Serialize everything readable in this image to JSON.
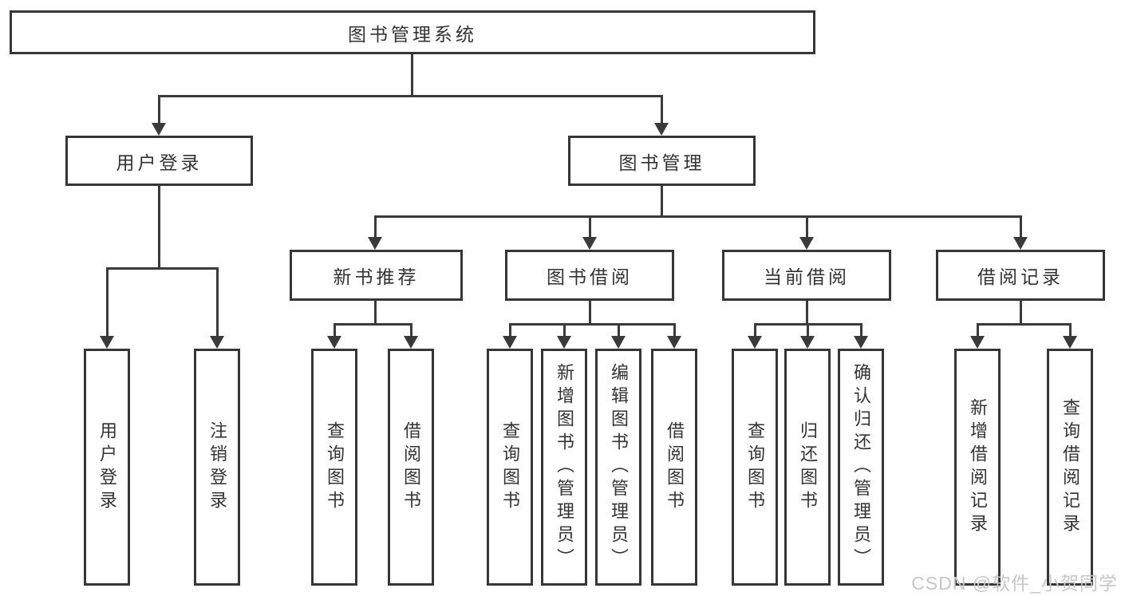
{
  "diagram": {
    "root": {
      "label": "图书管理系统"
    },
    "level2": [
      {
        "label": "用户登录"
      },
      {
        "label": "图书管理"
      }
    ],
    "level3": [
      {
        "label": "新书推荐"
      },
      {
        "label": "图书借阅"
      },
      {
        "label": "当前借阅"
      },
      {
        "label": "借阅记录"
      }
    ],
    "leaves": {
      "user": [
        "用户登录",
        "注销登录"
      ],
      "new_books": [
        "查询图书",
        "借阅图书"
      ],
      "book_borrow": [
        "查询图书",
        "新增图书（管理员）",
        "编辑图书（管理员）",
        "借阅图书"
      ],
      "current_borrow": [
        "查询图书",
        "归还图书",
        "确认归还（管理员）"
      ],
      "borrow_records": [
        "新增借阅记录",
        "查询借阅记录"
      ]
    },
    "line_color": "#3a3a3a",
    "box_border_color": "#363636",
    "text_color": "#333333"
  },
  "watermark": {
    "text": "CSDN @软件_小贺同学"
  }
}
